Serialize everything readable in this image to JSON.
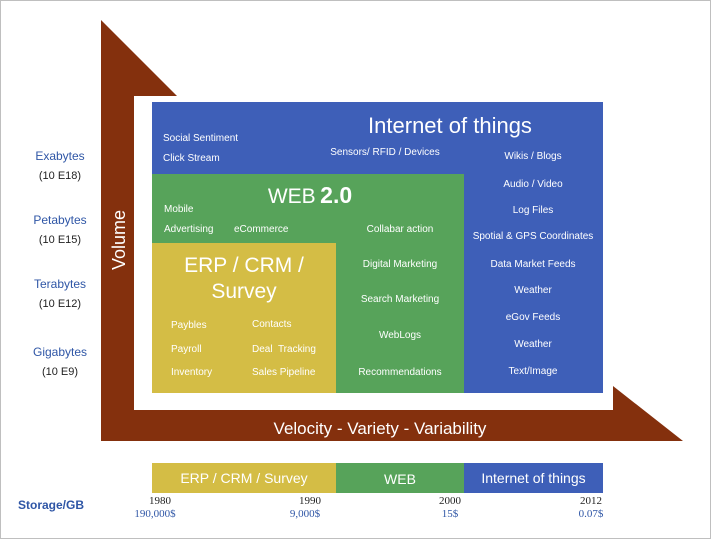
{
  "colors": {
    "arrow": "#84300d",
    "blue": "#3e5fb8",
    "green": "#57a35a",
    "yellow": "#d4bd45",
    "label_blue": "#2f56a6"
  },
  "y_axis": {
    "title": "Volume",
    "levels": [
      {
        "name": "Exabytes",
        "exp": "(10 E18)"
      },
      {
        "name": "Petabytes",
        "exp": "(10 E15)"
      },
      {
        "name": "Terabytes",
        "exp": "(10 E12)"
      },
      {
        "name": "Gigabytes",
        "exp": "(10 E9)"
      }
    ]
  },
  "x_axis": {
    "title": "Velocity - Variety - Variability"
  },
  "iot": {
    "title": "Internet of things",
    "left_items": [
      "Social Sentiment",
      "Click Stream"
    ],
    "sensors": "Sensors/ RFID / Devices",
    "items": [
      "Wikis / Blogs",
      "Audio / Video",
      "Log Files",
      "Spotial & GPS Coordinates",
      "Data Market Feeds",
      "Weather",
      "eGov Feeds",
      "Weather",
      "Text/Image"
    ]
  },
  "web": {
    "title_prefix": "WEB",
    "title_suffix": "2.0",
    "left_items": [
      "Mobile",
      "Advertising"
    ],
    "ecommerce": "eCommerce",
    "items": [
      "Collabar action",
      "Digital Marketing",
      "Search Marketing",
      "WebLogs",
      "Recommendations"
    ]
  },
  "erp": {
    "title_line1": "ERP / CRM /",
    "title_line2": "Survey",
    "col1": [
      "Paybles",
      "Payroll",
      "Inventory"
    ],
    "col2": [
      "Contacts",
      "Deal  Tracking",
      "Sales Pipeline"
    ]
  },
  "timeline": {
    "label": "Storage/GB",
    "bars": [
      "ERP / CRM / Survey",
      "WEB",
      "Internet of things"
    ],
    "ticks": [
      {
        "year": "1980",
        "price": "190,000$"
      },
      {
        "year": "1990",
        "price": "9,000$"
      },
      {
        "year": "2000",
        "price": "15$"
      },
      {
        "year": "2012",
        "price": "0.07$"
      }
    ]
  }
}
